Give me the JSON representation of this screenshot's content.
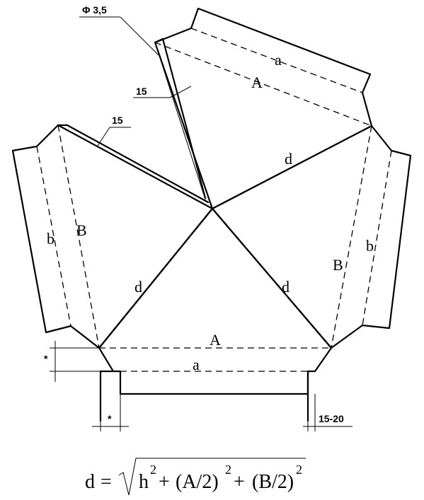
{
  "labels": {
    "a": "a",
    "A": "A",
    "b": "b",
    "B": "B",
    "d": "d"
  },
  "dimensions": {
    "hole": "Φ 3,5",
    "flap_width": "15",
    "tolerance": "15-20",
    "star": "*"
  },
  "formula": {
    "lhs": "d",
    "eq": "=",
    "h": "h",
    "sq": "2",
    "plus": "+",
    "a_half": "(A/2)",
    "b_half": "(B/2)"
  }
}
